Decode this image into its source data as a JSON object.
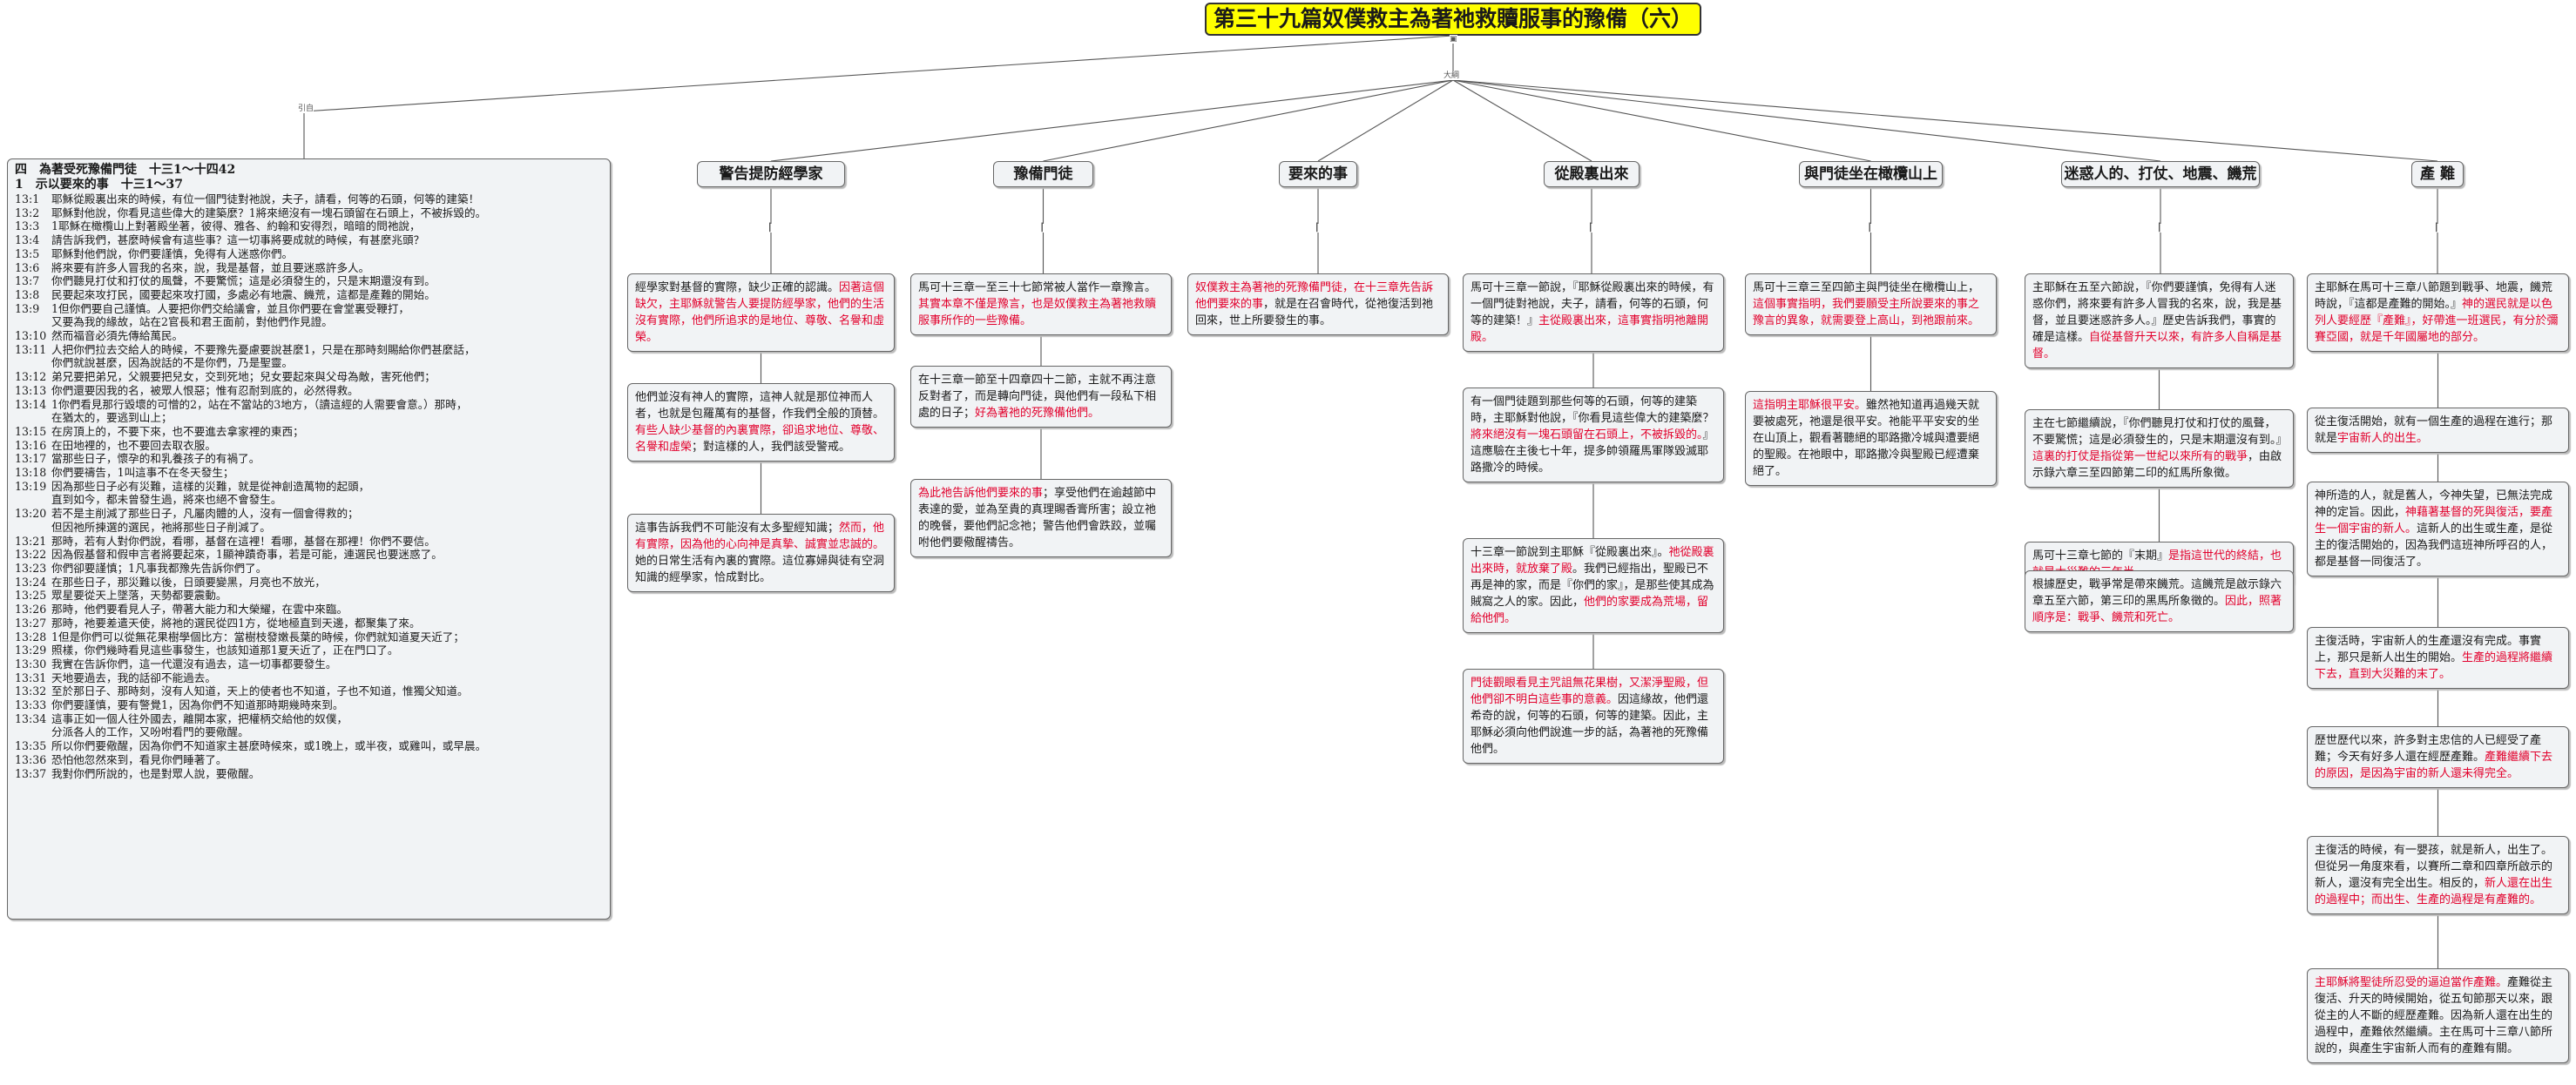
{
  "root_title": "第三十九篇奴僕救主為著祂救贖服事的豫備（六）",
  "edge_labels": {
    "intro": "引自",
    "outline": "大綱"
  },
  "left_panel": {
    "heading1": "四　為著受死豫備門徒　十三1～十四42",
    "heading2": "1　示以要來的事　十三1～37",
    "lines": [
      {
        "n": "13:1",
        "t": "耶穌從殿裏出來的時候，有位一個門徒對祂說，夫子，請看，何等的石頭，何等的建築！"
      },
      {
        "n": "13:2",
        "t": "耶穌對他說，你看見這些偉大的建築麼？1將來絕沒有一塊石頭留在石頭上，不被拆毀的。"
      },
      {
        "n": "13:3",
        "t": "1耶穌在橄欖山上對著殿坐著，彼得、雅各、約翰和安得烈，暗暗的問祂說，"
      },
      {
        "n": "13:4",
        "t": "請告訴我們，甚麼時候會有這些事？這一切事將要成就的時候，有甚麼兆頭？"
      },
      {
        "n": "13:5",
        "t": "耶穌對他們說，你們要謹慎，免得有人迷惑你們。"
      },
      {
        "n": "13:6",
        "t": "將來要有許多人冒我的名來，說，我是基督，並且要迷惑許多人。"
      },
      {
        "n": "13:7",
        "t": "你們聽見打仗和打仗的風聲，不要驚慌；這是必須發生的，只是末期還沒有到。"
      },
      {
        "n": "13:8",
        "t": "民要起來攻打民，國要起來攻打國，多處必有地震、饑荒，這都是產難的開始。"
      },
      {
        "n": "13:9",
        "t": "1但你們要自己謹慎。人要把你們交給議會，並且你們要在會堂裏受鞭打，"
      },
      {
        "n": "",
        "t": "又要為我的緣故，站在2官長和君王面前，對他們作見證。"
      },
      {
        "n": "13:10",
        "t": "然而福音必須先傳給萬民。"
      },
      {
        "n": "13:11",
        "t": "人把你們拉去交給人的時候，不要豫先憂慮要說甚麼1，只是在那時刻賜給你們甚麼話，"
      },
      {
        "n": "",
        "t": "你們就說甚麼，因為說話的不是你們，乃是聖靈。"
      },
      {
        "n": "13:12",
        "t": "弟兄要把弟兄，父親要把兒女，交到死地；兒女要起來與父母為敵，害死他們；"
      },
      {
        "n": "13:13",
        "t": "你們還要因我的名，被眾人恨惡；惟有忍耐到底的，必然得救。"
      },
      {
        "n": "13:14",
        "t": "1你們看見那行毀壞的可憎的2，站在不當站的3地方，（讀這經的人需要會意。）那時，"
      },
      {
        "n": "",
        "t": "在猶太的，要逃到山上；"
      },
      {
        "n": "13:15",
        "t": "在房頂上的，不要下來，也不要進去拿家裡的東西；"
      },
      {
        "n": "13:16",
        "t": "在田地裡的，也不要回去取衣服。"
      },
      {
        "n": "13:17",
        "t": "當那些日子，懷孕的和乳養孩子的有禍了。"
      },
      {
        "n": "13:18",
        "t": "你們要禱告，1叫這事不在冬天發生；"
      },
      {
        "n": "13:19",
        "t": "因為那些日子必有災難，這樣的災難，就是從神創造萬物的起頭，"
      },
      {
        "n": "",
        "t": "直到如今，都未曾發生過，將來也絕不會發生。"
      },
      {
        "n": "13:20",
        "t": "若不是主削減了那些日子，凡屬肉體的人，沒有一個會得救的；"
      },
      {
        "n": "",
        "t": "但因祂所揀選的選民，祂將那些日子削減了。"
      },
      {
        "n": "13:21",
        "t": "那時，若有人對你們說，看哪，基督在這裡！看哪，基督在那裡！你們不要信。"
      },
      {
        "n": "13:22",
        "t": "因為假基督和假申言者將要起來，1顯神蹟奇事，若是可能，連選民也要迷惑了。"
      },
      {
        "n": "13:23",
        "t": "你們卻要謹慎；1凡事我都豫先告訴你們了。"
      },
      {
        "n": "13:24",
        "t": "在那些日子，那災難以後，日頭要變黑，月亮也不放光，"
      },
      {
        "n": "13:25",
        "t": "眾星要從天上墜落，天勢都要震動。"
      },
      {
        "n": "13:26",
        "t": "那時，他們要看見人子，帶著大能力和大榮耀，在雲中來臨。"
      },
      {
        "n": "13:27",
        "t": "那時，祂要差遣天使，將祂的選民從四1方，從地極直到天邊，都聚集了來。"
      },
      {
        "n": "13:28",
        "t": "1但是你們可以從無花果樹學個比方：當樹枝發嫩長葉的時候，你們就知道夏天近了；"
      },
      {
        "n": "13:29",
        "t": "照樣，你們幾時看見這些事發生，也該知道那1夏天近了，正在門口了。"
      },
      {
        "n": "13:30",
        "t": "我實在告訴你們，這一代還沒有過去，這一切事都要發生。"
      },
      {
        "n": "13:31",
        "t": "天地要過去，我的話卻不能過去。"
      },
      {
        "n": "13:32",
        "t": "至於那日子、那時刻，沒有人知道，天上的使者也不知道，子也不知道，惟獨父知道。"
      },
      {
        "n": "13:33",
        "t": "你們要謹慎，要有警覺1，因為你們不知道那時期幾時來到。"
      },
      {
        "n": "13:34",
        "t": "這事正如一個人往外國去，離開本家，把權柄交給他的奴僕，"
      },
      {
        "n": "",
        "t": "分派各人的工作，又吩咐看門的要儆醒。"
      },
      {
        "n": "13:35",
        "t": "所以你們要儆醒，因為你們不知道家主甚麼時候來，或1晚上，或半夜，或雞叫，或早晨。"
      },
      {
        "n": "13:36",
        "t": "恐怕他忽然來到，看見你們睡著了。"
      },
      {
        "n": "13:37",
        "t": "我對你們所說的，也是對眾人說，要儆醒。"
      }
    ]
  },
  "columns": [
    {
      "header": "警告提防經學家",
      "boxes": [
        [
          {
            "t": "經學家對基督的實際，缺少正確的認識。"
          },
          {
            "t": "因著這個缺欠，主耶穌就警告人要提防經學家，他們的生活沒有實際，他們所追求的是地位、尊敬、名譽和虛榮。",
            "r": true
          }
        ],
        [
          {
            "t": "他們並沒有神人的實際，這神人就是那位神而人者，也就是包羅萬有的基督，作我們全般的頂替。"
          },
          {
            "t": "有些人缺少基督的內裏實際，卻追求地位、尊敬、名譽和虛榮",
            "r": true
          },
          {
            "t": "；對這樣的人，我們該受警戒。"
          }
        ],
        [
          {
            "t": "這事告訴我們不可能沒有太多聖經知識；"
          },
          {
            "t": "然而，他有實際，因為他的心向神是真摯、誠實並忠誠的。",
            "r": true
          },
          {
            "t": "她的日常生活有內裏的實際。這位寡婦與徒有空洞知識的經學家，恰成對比。"
          }
        ]
      ]
    },
    {
      "header": "豫備門徒",
      "boxes": [
        [
          {
            "t": "馬可十三章一至三十七節常被人當作一章豫言。"
          },
          {
            "t": "其實本章不僅是豫言，也是奴僕救主為著祂救贖服事所作的一些豫備。",
            "r": true
          }
        ],
        [
          {
            "t": "在十三章一節至十四章四十二節，主就不再注意反對者了，而是轉向門徒，與他們有一段私下相處的日子；"
          },
          {
            "t": "好為著祂的死豫備他們。",
            "r": true
          }
        ],
        [
          {
            "t": "為此祂告訴他們要來的事",
            "r": true
          },
          {
            "t": "；享受他們在逾越節中表達的愛，並為至貴的真理賜香膏所害；設立祂的晚餐，要他們記念祂；警告他們會跌跤，並囑咐他們要儆醒禱告。"
          }
        ]
      ]
    },
    {
      "header": "要來的事",
      "boxes": [
        [
          {
            "t": "奴僕救主為著祂的死豫備門徒，在十三章先告訴他們要來的事",
            "r": true
          },
          {
            "t": "，就是在召會時代，從祂復活到祂回來，世上所要發生的事。"
          }
        ]
      ]
    },
    {
      "header": "從殿裏出來",
      "boxes": [
        [
          {
            "t": "馬可十三章一節說，『耶穌從殿裏出來的時候，有一個門徒對祂說，夫子，請看，何等的石頭，何等的建築！』"
          },
          {
            "t": "主從殿裏出來，這事實指明祂離開殿。",
            "r": true
          }
        ],
        [
          {
            "t": "有一個門徒題到那些何等的石頭，何等的建築時，主耶穌對他說，『你看見這些偉大的建築麼？"
          },
          {
            "t": "將來絕沒有一塊石頭留在石頭上，不被拆毀的。",
            "r": true
          },
          {
            "t": "』這應驗在主後七十年，提多帥領羅馬軍隊毀滅耶路撒冷的時候。"
          }
        ],
        [
          {
            "t": "十三章一節說到主耶穌『從殿裏出來』。"
          },
          {
            "t": "祂從殿裏出來時，就放棄了殿",
            "r": true
          },
          {
            "t": "。我們已經指出，聖殿已不再是神的家，而是『你們的家』，是那些使其成為賊窩之人的家。因此，"
          },
          {
            "t": "他們的家要成為荒場，留給他們。",
            "r": true
          }
        ],
        [
          {
            "t": "門徒觀眼看見主咒詛無花果樹，又潔淨聖殿，但他們卻不明白這些事的意義。",
            "r": true
          },
          {
            "t": "因這緣故，他們還希奇的說，何等的石頭，何等的建築。因此，主耶穌必須向他們說進一步的話，為著祂的死豫備他們。"
          }
        ]
      ]
    },
    {
      "header": "與門徒坐在橄欖山上",
      "boxes": [
        [
          {
            "t": "馬可十三章三至四節主與門徒坐在橄欖山上，"
          },
          {
            "t": "這個事實指明，我們要願受主所說要來的事之豫言的異象，就需要登上高山，到祂跟前來。",
            "r": true
          }
        ],
        [
          {
            "t": "這指明主耶穌很平安。",
            "r": true
          },
          {
            "t": "雖然祂知道再過幾天就要被處死，祂還是很平安。祂能平平安安的坐在山頂上，觀看著聽絕的耶路撒冷城與遭要絕的聖殿。在祂眼中，耶路撒冷與聖殿已經遭棄絕了。"
          }
        ]
      ]
    },
    {
      "header": "迷惑人的、打仗、地震、饑荒",
      "boxes": [
        [
          {
            "t": "主耶穌在五至六節說，『你們要謹慎，免得有人迷惑你們，將來要有許多人冒我的名來，說，我是基督，並且要迷惑許多人。』歷史告訴我們，事實的確是這樣。"
          },
          {
            "t": "自從基督升天以來，有許多人自稱是基督。",
            "r": true
          }
        ],
        [
          {
            "t": "主在七節繼續說，『你們聽見打仗和打仗的風聲，不要驚慌；這是必須發生的，只是末期還沒有到。』"
          },
          {
            "t": "這裏的打仗是指從第一世紀以來所有的戰爭",
            "r": true
          },
          {
            "t": "，由啟示錄六章三至四節第二印的紅馬所象徵。"
          }
        ],
        [
          {
            "t": "馬可十三章七節的『末期』"
          },
          {
            "t": "是指這世代的終結，也就是大災難的三年半。",
            "r": true
          }
        ],
        [
          {
            "t": "根據歷史，戰爭常是帶來饑荒。這饑荒是啟示錄六章五至六節，第三印的黑馬所象徵的。"
          },
          {
            "t": "因此，照著順序是：戰爭、饑荒和死亡。",
            "r": true
          }
        ]
      ]
    },
    {
      "header": "產 難",
      "boxes": [
        [
          {
            "t": "主耶穌在馬可十三章八節題到戰爭、地震，饑荒時說，『這都是產難的開始。』"
          },
          {
            "t": "神的選民就是以色列人要經歷『產難』，好帶進一班選民，有分於彌賽亞國，就是千年國屬地的部分。",
            "r": true
          }
        ],
        [
          {
            "t": "從主復活開始，就有一個生產的過程在進行；那就是"
          },
          {
            "t": "宇宙新人的出生。",
            "r": true
          }
        ],
        [
          {
            "t": "神所造的人，就是舊人，今神失望，已無法完成神的定旨。因此，"
          },
          {
            "t": "神藉著基督的死與復活，要產生一個宇宙的新人。",
            "r": true
          },
          {
            "t": "這新人的出生或生產，是從主的復活開始的，因為我們這班神所呼召的人，都是基督一同復活了。"
          }
        ],
        [
          {
            "t": "主復活時，宇宙新人的生產還沒有完成。事實上，那只是新人出生的開始。"
          },
          {
            "t": "生產的過程將繼續下去，直到大災難的末了。",
            "r": true
          }
        ],
        [
          {
            "t": "歷世歷代以來，許多對主忠信的人已經受了產難；今天有好多人還在經歷產難。"
          },
          {
            "t": "產難繼續下去的原因，是因為宇宙的新人還未得完全。",
            "r": true
          }
        ],
        [
          {
            "t": "主復活的時候，有一嬰孩，就是新人，出生了。但從另一角度來看，以賽所二章和四章所啟示的新人，還沒有完全出生。相反的，"
          },
          {
            "t": "新人還在出生的過程中；而出生、生產的過程是有產難的。",
            "r": true
          }
        ],
        [
          {
            "t": "主耶穌將聖徒所忍受的逼迫當作產難。",
            "r": true
          },
          {
            "t": "產難從主復活、升天的時候開始，從五旬節那天以來，跟從主的人不斷的經歷產難。因為新人還在出生的過程中，產難依然繼續。主在馬可十三章八節所說的，與產生宇宙新人而有的產難有關。"
          }
        ]
      ]
    }
  ]
}
